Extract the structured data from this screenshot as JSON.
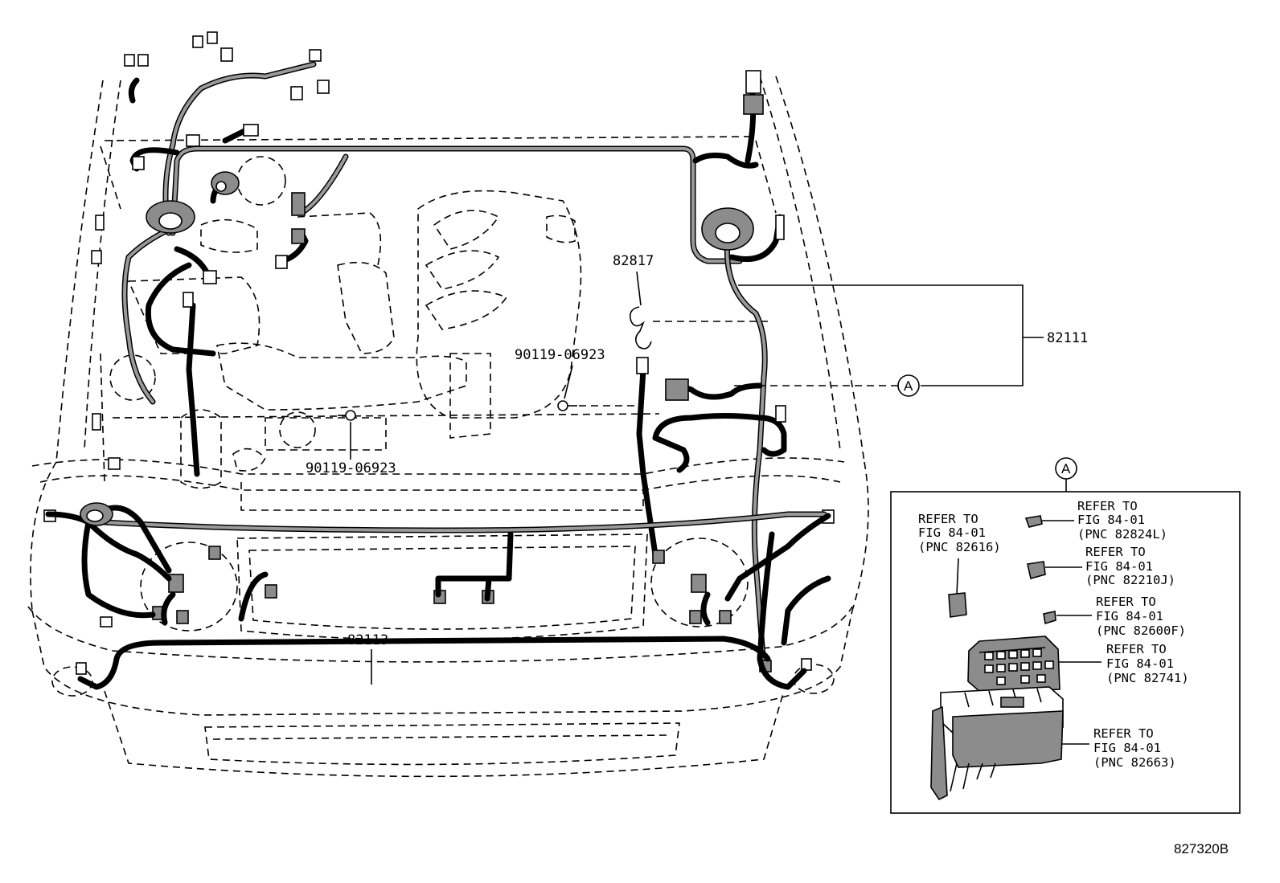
{
  "parts": {
    "harness_engine_room": "82111",
    "clamp": "82817",
    "harness_front": "82113",
    "bolt_upper": "90119-06923",
    "bolt_lower": "90119-06923"
  },
  "callout": {
    "marker": "A"
  },
  "detail_a": {
    "title": "A",
    "references": [
      {
        "line1": "REFER TO",
        "line2": "FIG 84-01",
        "line3": "(PNC 82616)"
      },
      {
        "line1": "REFER TO",
        "line2": "FIG 84-01",
        "line3": "(PNC 82824L)"
      },
      {
        "line1": "REFER TO",
        "line2": "FIG 84-01",
        "line3": "(PNC 82210J)"
      },
      {
        "line1": "REFER TO",
        "line2": "FIG 84-01",
        "line3": "(PNC 82600F)"
      },
      {
        "line1": "REFER TO",
        "line2": "FIG 84-01",
        "line3": "(PNC 82741)"
      },
      {
        "line1": "REFER TO",
        "line2": "FIG 84-01",
        "line3": "(PNC 82663)"
      }
    ]
  },
  "figure_id": "827320B"
}
